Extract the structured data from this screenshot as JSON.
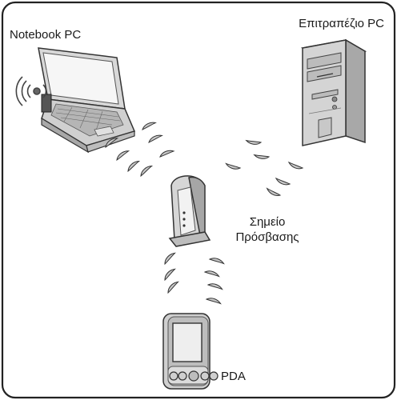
{
  "labels": {
    "notebook": "Notebook PC",
    "desktop": "Επιτραπέζιο PC",
    "access_point_line1": "Σημείο",
    "access_point_line2": "Πρόσβασης",
    "pda": "PDA"
  },
  "icons": {
    "notebook": "laptop-icon",
    "desktop": "desktop-tower-icon",
    "access_point": "access-point-icon",
    "pda": "pda-icon",
    "wireless": "wireless-signal-icon"
  }
}
